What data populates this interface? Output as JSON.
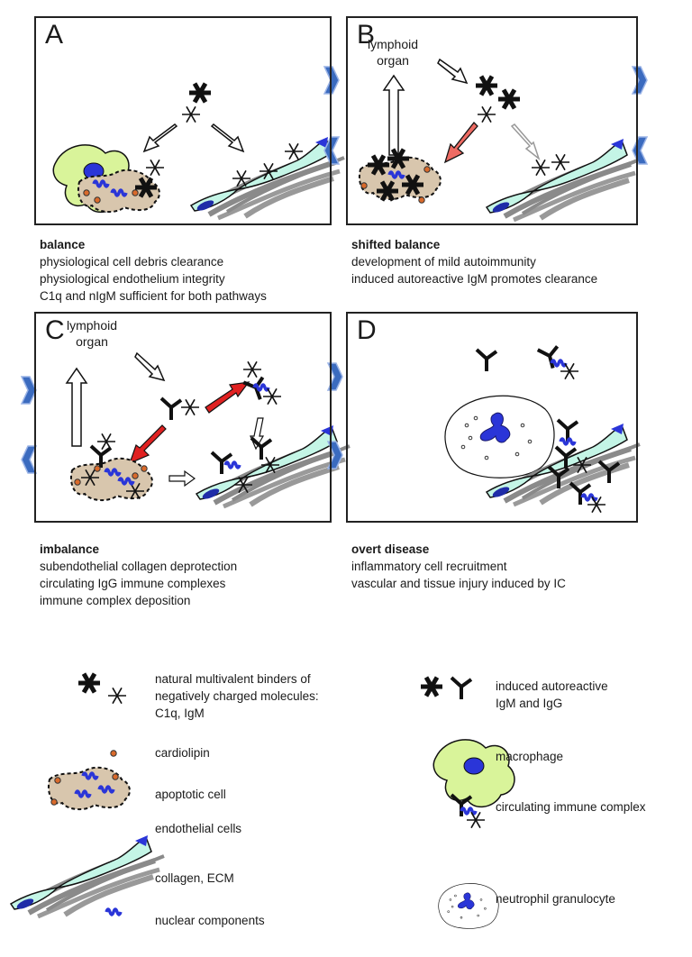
{
  "panels": [
    {
      "letter": "A",
      "caption_title": "balance",
      "caption_lines": [
        "physiological  cell debris clearance",
        "physiological endothelium integrity",
        "C1q and nIgM sufficient for both pathways"
      ]
    },
    {
      "letter": "B",
      "caption_title": "shifted balance",
      "caption_lines": [
        "development of mild autoimmunity",
        "induced autoreactive IgM promotes clearance"
      ],
      "organ_label": [
        "lymphoid",
        "organ"
      ]
    },
    {
      "letter": "C",
      "caption_title": "imbalance",
      "caption_lines": [
        "subendothelial collagen deprotection",
        "circulating IgG immune complexes",
        "immune complex deposition"
      ],
      "organ_label": [
        "lymphoid",
        "organ"
      ]
    },
    {
      "letter": "D",
      "caption_title": "overt disease",
      "caption_lines": [
        "inflammatory cell recruitment",
        "vascular and tissue injury induced by IC"
      ]
    }
  ],
  "legend_left": [
    {
      "icon": "natural-binder-icon",
      "lines": [
        "natural multivalent binders of",
        "negatively charged molecules:",
        "C1q, IgM"
      ]
    },
    {
      "icon": "cardiolipin-icon",
      "lines": [
        "cardiolipin"
      ]
    },
    {
      "icon": "apoptotic-cell-icon",
      "lines": [
        "apoptotic cell"
      ]
    },
    {
      "icon": "endothelial-cell-icon",
      "lines": [
        "endothelial cells"
      ]
    },
    {
      "icon": "collagen-icon",
      "lines": [
        "collagen, ECM"
      ]
    },
    {
      "icon": "nuclear-component-icon",
      "lines": [
        "nuclear components"
      ]
    }
  ],
  "legend_right": [
    {
      "icon": "induced-autoreactive-icon",
      "lines": [
        "induced autoreactive",
        "IgM and IgG"
      ]
    },
    {
      "icon": "macrophage-icon",
      "lines": [
        "macrophage"
      ]
    },
    {
      "icon": "immune-complex-icon",
      "lines": [
        "circulating immune complex"
      ]
    },
    {
      "icon": "neutrophil-icon",
      "lines": [
        "neutrophil granulocyte"
      ]
    }
  ],
  "colors": {
    "macrophage": "#d9f49a",
    "nucleus": "#2a35d8",
    "apoptotic": "#d8c6ad",
    "cardiolipin": "#d96a2b",
    "endothelial": "#c4f5e6",
    "collagen": "#8a8a8a",
    "red_arrow": "#e02121",
    "salmon_arrow": "#ee6b63",
    "chevron": "#3b6bbf"
  }
}
